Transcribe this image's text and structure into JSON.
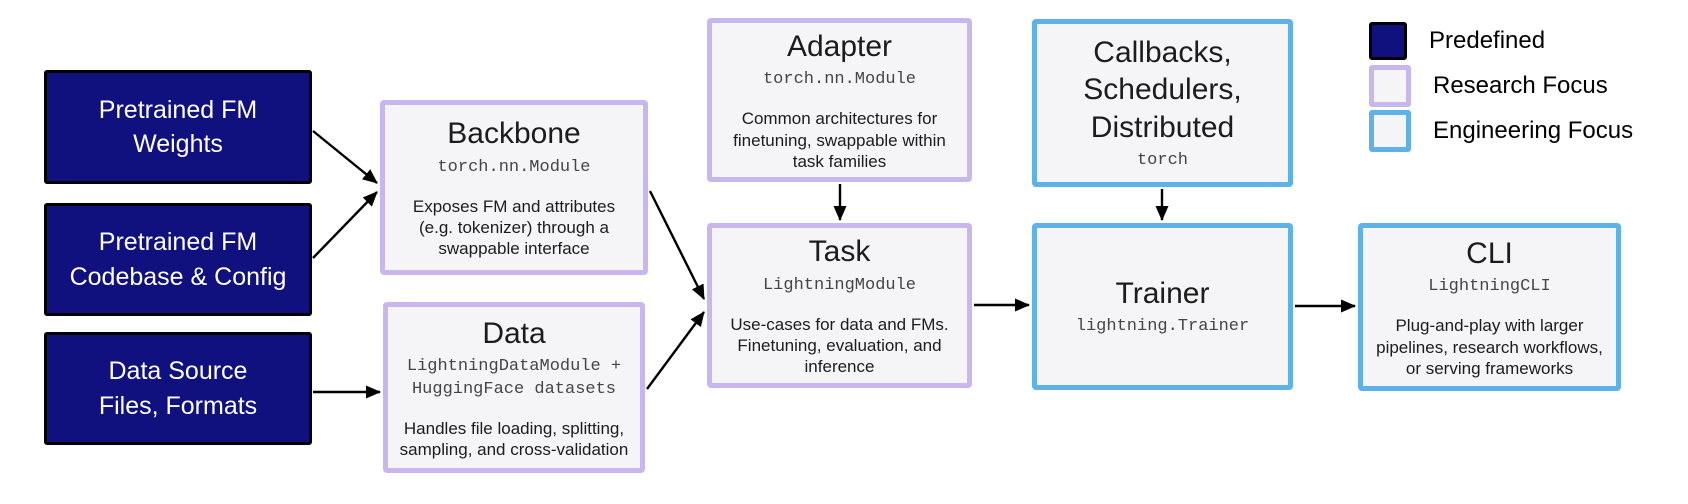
{
  "colors": {
    "predefined_fill": "#10107e",
    "predefined_border": "#000000",
    "research_border": "#c9b6ee",
    "engineering_border": "#5fb2e8",
    "card_fill": "#f5f4f6",
    "title_text": "#1c1c1c",
    "code_text": "#454545",
    "navy_text": "#ffffff",
    "arrow": "#000000"
  },
  "sources": {
    "weights": {
      "label": "Pretrained FM\nWeights"
    },
    "codebase": {
      "label": "Pretrained FM\nCodebase & Config"
    },
    "datasource": {
      "label": "Data Source\nFiles, Formats"
    }
  },
  "cards": {
    "backbone": {
      "title": "Backbone",
      "code": "torch.nn.Module",
      "desc": "Exposes FM and attributes\n(e.g. tokenizer) through a\nswappable interface"
    },
    "data": {
      "title": "Data",
      "code": "LightningDataModule +\nHuggingFace datasets",
      "desc": "Handles file loading, splitting,\nsampling, and cross-validation"
    },
    "adapter": {
      "title": "Adapter",
      "code": "torch.nn.Module",
      "desc": "Common architectures for\nfinetuning, swappable within\ntask families"
    },
    "task": {
      "title": "Task",
      "code": "LightningModule",
      "desc": "Use-cases for data and FMs.\nFinetuning, evaluation, and\ninference"
    },
    "callbacks": {
      "title": "Callbacks,\nSchedulers,\nDistributed",
      "code": "torch"
    },
    "trainer": {
      "title": "Trainer",
      "code": "lightning.Trainer"
    },
    "cli": {
      "title": "CLI",
      "code": "LightningCLI",
      "desc": "Plug-and-play with larger\npipelines, research workflows,\nor serving frameworks"
    }
  },
  "legend": {
    "items": [
      {
        "label": "Predefined",
        "type": "predefined"
      },
      {
        "label": "Research Focus",
        "type": "research"
      },
      {
        "label": "Engineering Focus",
        "type": "engineering"
      }
    ]
  },
  "connections": [
    {
      "from": "pretrained-fm-weights",
      "to": "backbone"
    },
    {
      "from": "pretrained-fm-codebase-config",
      "to": "backbone"
    },
    {
      "from": "data-source-files-formats",
      "to": "data"
    },
    {
      "from": "backbone",
      "to": "task"
    },
    {
      "from": "data",
      "to": "task"
    },
    {
      "from": "adapter",
      "to": "task"
    },
    {
      "from": "callbacks-schedulers-distributed",
      "to": "trainer"
    },
    {
      "from": "task",
      "to": "trainer"
    },
    {
      "from": "trainer",
      "to": "cli"
    }
  ]
}
